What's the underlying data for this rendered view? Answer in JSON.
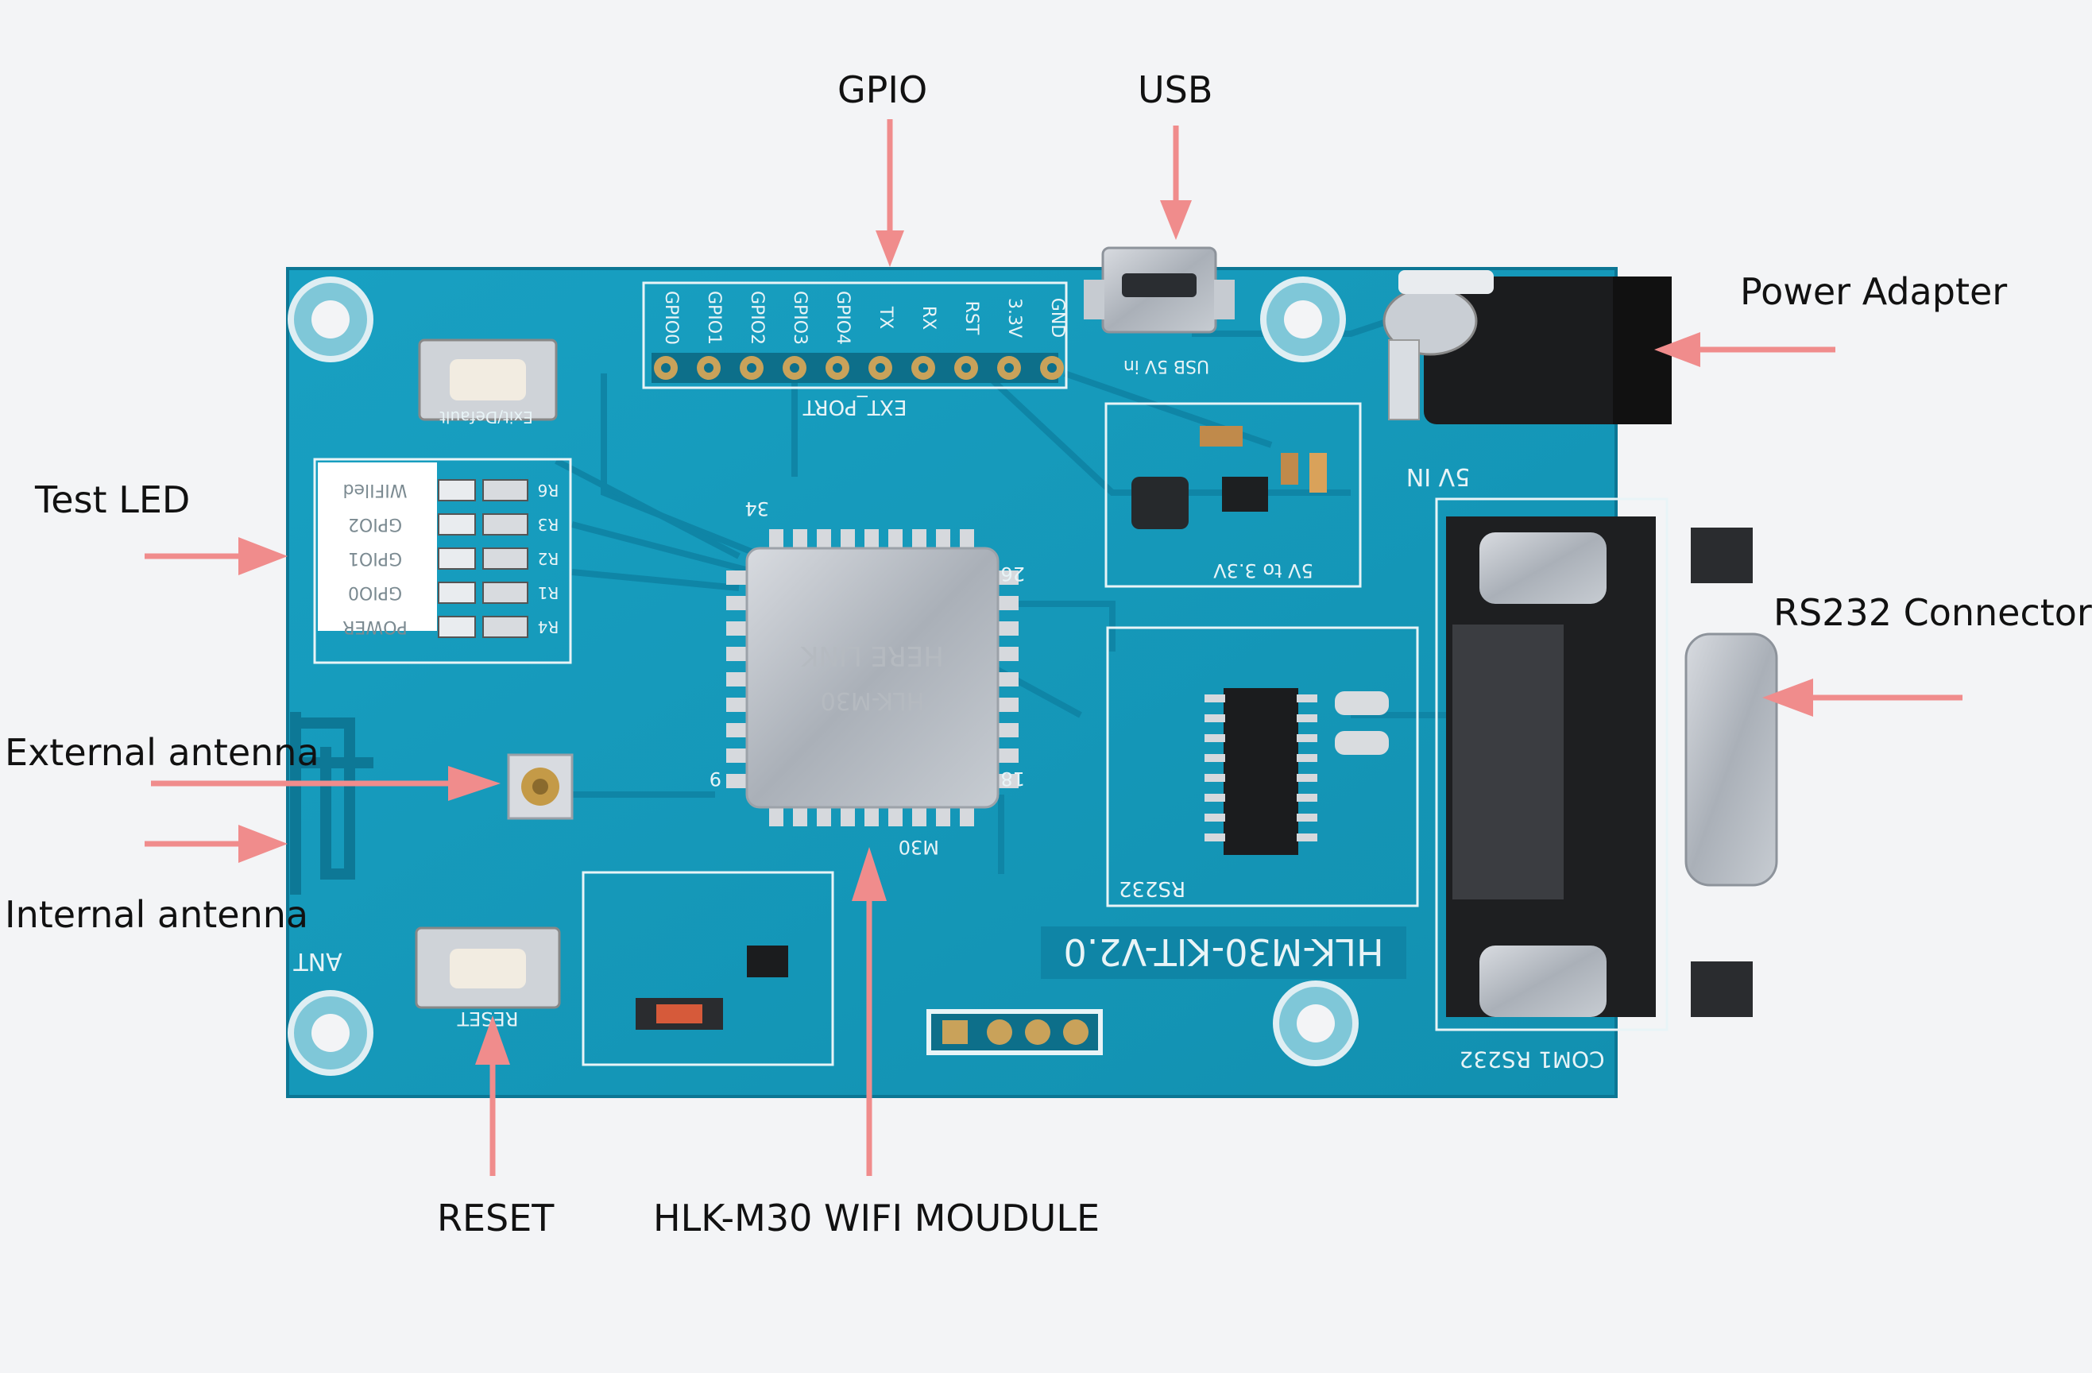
{
  "labels": {
    "gpio": "GPIO",
    "usb": "USB",
    "power_adapter": "Power Adapter",
    "test_led": "Test LED",
    "rs232_connector": "RS232 Connector",
    "external_antenna": "External antenna",
    "internal_antenna": "Internal antenna",
    "reset": "RESET",
    "wifi_module": "HLK-M30 WIFI MOUDULE"
  },
  "board": {
    "model": "HLK-M30-KIT-V2.0",
    "module_text_1": "HERE LINK",
    "module_text_2": "HLK-M30",
    "ext_port": "EXT_PORT",
    "pins": [
      "GPIO0",
      "GPIO1",
      "GPIO2",
      "GPIO3",
      "GPIO4",
      "TX",
      "RX",
      "RST",
      "3.3V",
      "GND"
    ],
    "led_labels": [
      "WIFIled",
      "GPIO2",
      "GPIO1",
      "GPIO0",
      "POWER"
    ],
    "led_resistors": [
      "R6",
      "R3",
      "R2",
      "R1",
      "R4"
    ],
    "reg_label": "5V to 3.3V",
    "rs232_label": "RS232",
    "com_label": "COM1   RS232",
    "ant_label": "ANT",
    "reset_label": "RESET",
    "usb_label": "USB 5V in",
    "power_label": "5V IN",
    "default_label": "Exit/Default",
    "pin_34": "34",
    "pin_26": "26",
    "pin_9": "9",
    "pin_18": "18",
    "m30": "M30"
  },
  "colors": {
    "board": "#1597b8",
    "board_dark": "#0e7f9f",
    "silk": "#e8f4f7",
    "arrow": "#f08c8c"
  }
}
